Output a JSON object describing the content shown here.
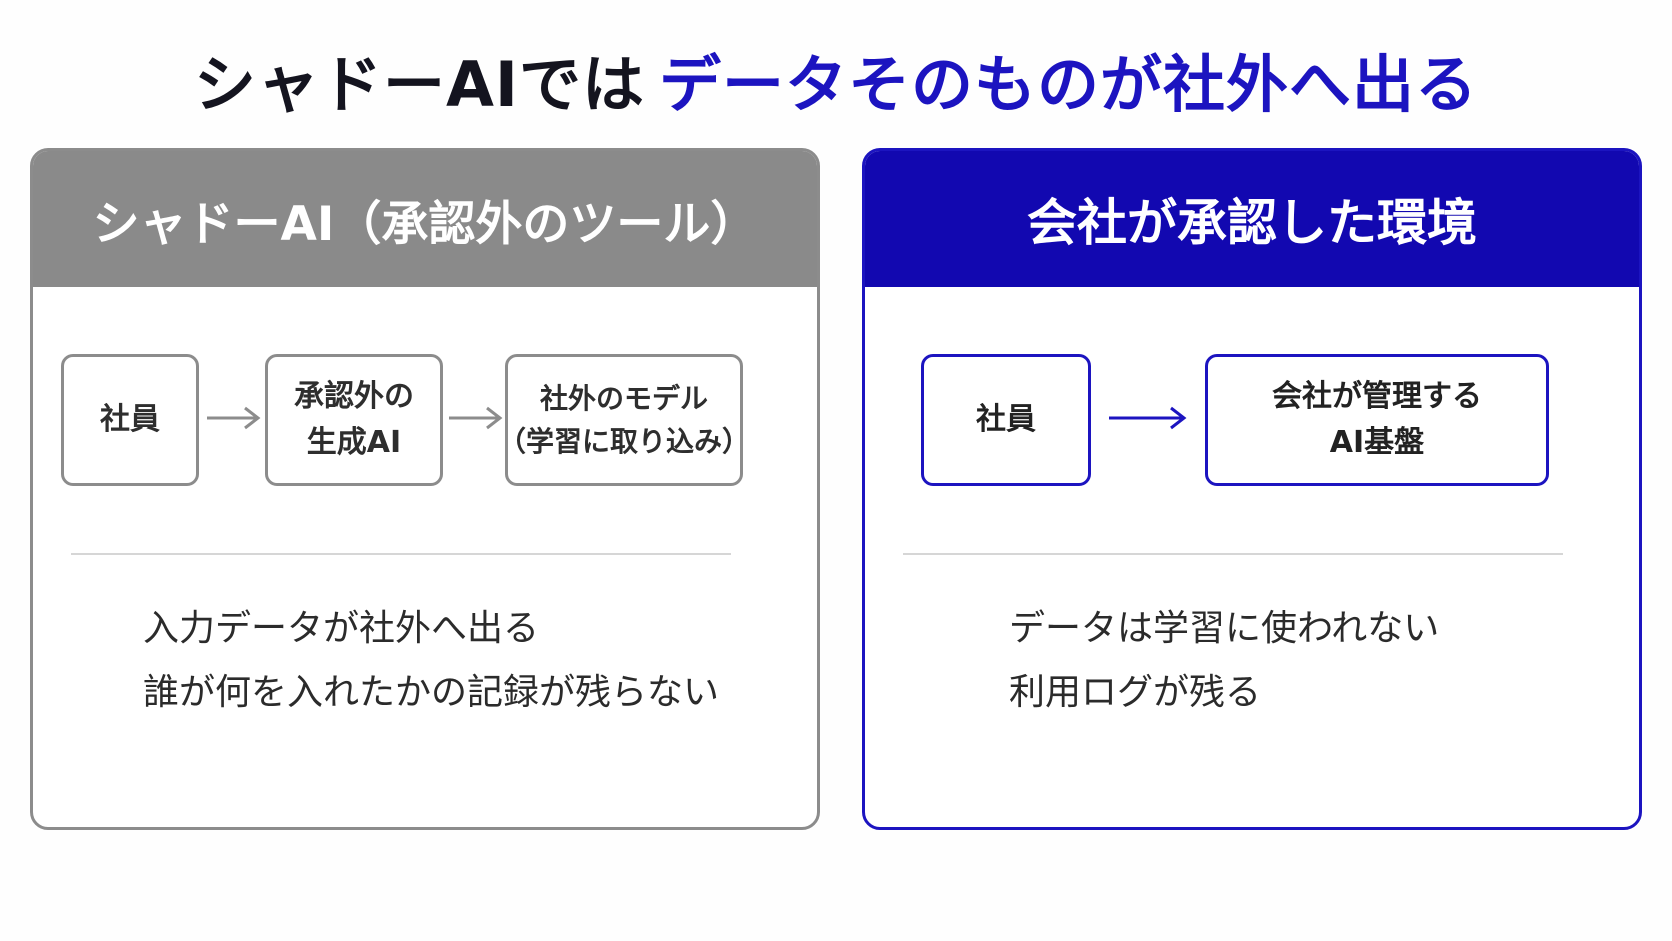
{
  "title": {
    "part1": "シャドーAIでは",
    "part2": "データそのものが社外へ出る"
  },
  "colors": {
    "accent": "#1c14c0",
    "left_header": "#8a8a8a",
    "left_border": "#8c8c8c",
    "right_header": "#1208b0"
  },
  "left_panel": {
    "header": "シャドーAI（承認外のツール）",
    "nodes": [
      {
        "line1": "社員",
        "line2": ""
      },
      {
        "line1": "承認外の",
        "line2": "生成AI"
      },
      {
        "line1": "社外のモデル",
        "line2": "（学習に取り込み）"
      }
    ],
    "notes": [
      "入力データが社外へ出る",
      "誰が何を入れたかの記録が残らない"
    ]
  },
  "right_panel": {
    "header": "会社が承認した環境",
    "nodes": [
      {
        "line1": "社員",
        "line2": ""
      },
      {
        "line1": "会社が管理する",
        "line2": "AI基盤"
      }
    ],
    "notes": [
      "データは学習に使われない",
      "利用ログが残る"
    ]
  }
}
